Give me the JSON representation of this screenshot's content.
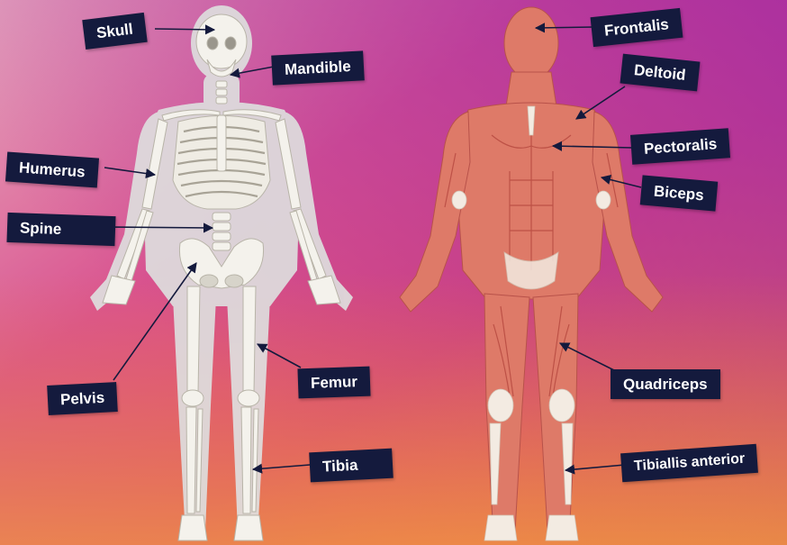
{
  "colors": {
    "bg_top_left": "#e6a2b8",
    "bg_top_right": "#b72fa6",
    "bg_bottom": "#ee6d3f",
    "label_bg": "#141a3d",
    "label_text": "#ffffff",
    "arrow": "#141a3d",
    "bone": "#f1efe8",
    "body_silhouette": "#dcdcdc",
    "muscle": "#e0796a",
    "tendon": "#f4ece4"
  },
  "skeleton_labels": {
    "skull": "Skull",
    "mandible": "Mandible",
    "humerus": "Humerus",
    "spine": "Spine",
    "pelvis": "Pelvis",
    "femur": "Femur",
    "tibia": "Tibia"
  },
  "muscle_labels": {
    "frontalis": "Frontalis",
    "deltoid": "Deltoid",
    "pectoralis": "Pectoralis",
    "biceps": "Biceps",
    "quadriceps": "Quadriceps",
    "tibialis_anterior": "Tibiallis anterior"
  }
}
